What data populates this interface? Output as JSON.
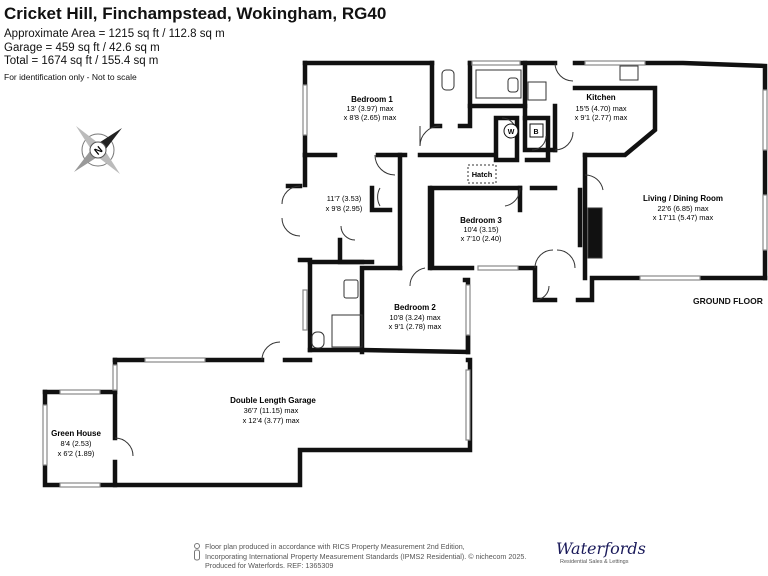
{
  "header": {
    "title": "Cricket Hill, Finchampstead, Wokingham, RG40",
    "approx_area": "Approximate Area = 1215 sq ft / 112.8 sq m",
    "garage_area": "Garage = 459 sq ft / 42.6 sq m",
    "total_area": "Total = 1674 sq ft / 155.4 sq m",
    "note": "For identification only - Not to scale"
  },
  "rooms": {
    "bedroom1": {
      "name": "Bedroom 1",
      "dim1": "13' (3.97) max",
      "dim2": "x 8'8 (2.65) max"
    },
    "kitchen": {
      "name": "Kitchen",
      "dim1": "15'5 (4.70) max",
      "dim2": "x 9'1 (2.77) max"
    },
    "living": {
      "name": "Living / Dining Room",
      "dim1": "22'6 (6.85) max",
      "dim2": "x 17'11 (5.47) max"
    },
    "bedroom3": {
      "name": "Bedroom 3",
      "dim1": "10'4 (3.15)",
      "dim2": "x 7'10 (2.40)"
    },
    "bedroom4": {
      "dim1": "11'7 (3.53)",
      "dim2": "x 9'8 (2.95)"
    },
    "bedroom2": {
      "name": "Bedroom 2",
      "dim1": "10'8 (3.24) max",
      "dim2": "x 9'1 (2.78) max"
    },
    "garage": {
      "name": "Double Length Garage",
      "dim1": "36'7 (11.15) max",
      "dim2": "x 12'4 (3.77) max"
    },
    "greenhouse": {
      "name": "Green House",
      "dim1": "8'4 (2.53)",
      "dim2": "x 6'2 (1.89)"
    },
    "hatch": "Hatch",
    "w_label": "W",
    "b_label": "B"
  },
  "floor_label": "GROUND FLOOR",
  "compass_letter": "N",
  "footer": {
    "line1": "Floor plan produced in accordance with RICS Property Measurement 2nd Edition,",
    "line2": "Incorporating International Property Measurement Standards (IPMS2 Residential).  © nichecom 2025.",
    "line3": "Produced for Waterfords.    REF:  1365309"
  },
  "brand": {
    "name": "Waterfords",
    "tagline": "Residential Sales & Lettings"
  },
  "colors": {
    "wall": "#111111",
    "window": "#888888"
  }
}
